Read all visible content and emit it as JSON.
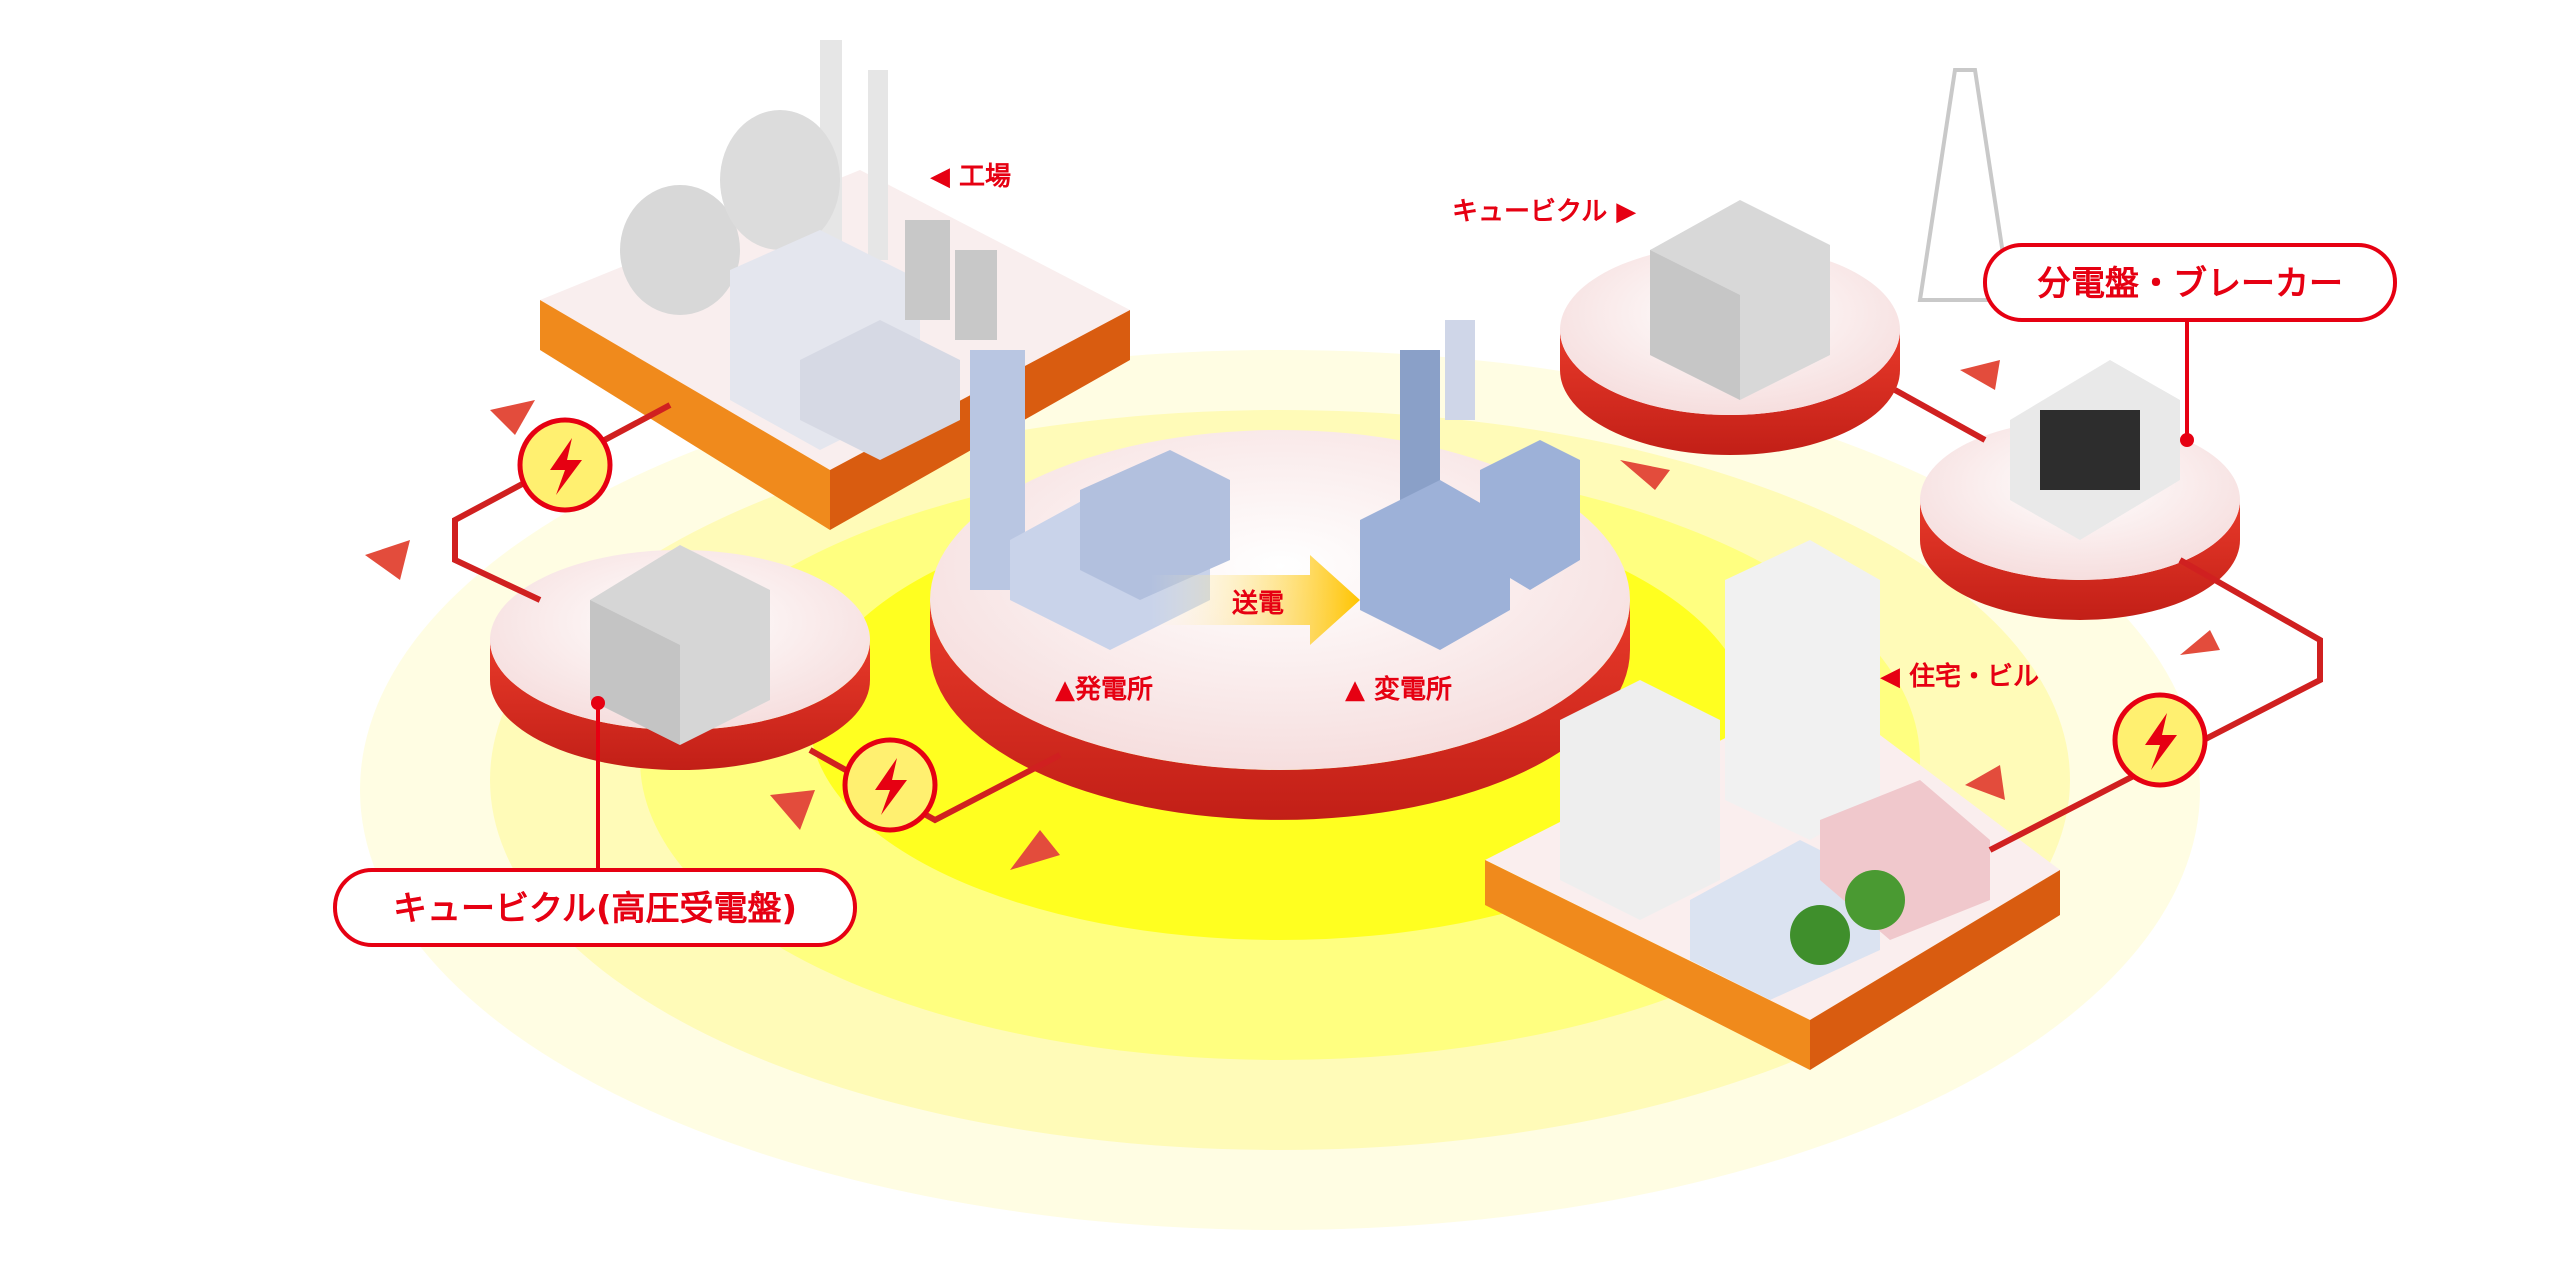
{
  "labels": {
    "factory": "◀ 工場",
    "cubicle_top": "キュービクル ▶",
    "distribution_board": "分電盤・ブレーカー",
    "transmission": "送電",
    "power_plant": "▲発電所",
    "substation": "▲ 変電所",
    "housing": "◀ 住宅・ビル",
    "cubicle_high_voltage": "キュービクル(高圧受電盤)"
  },
  "colors": {
    "accent_red": "#e60012",
    "platform_side": "#d9261c",
    "slab_side": "#f08a1c",
    "glow": "#ffff3a"
  },
  "icons": [
    "lightning-icon",
    "arrow-icon"
  ]
}
